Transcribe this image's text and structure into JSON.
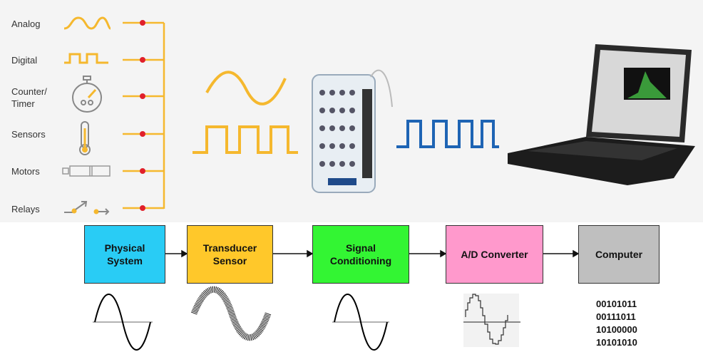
{
  "signal_types": [
    "Analog",
    "Digital",
    "Counter/ Timer",
    "Sensors",
    "Motors",
    "Relays"
  ],
  "pipeline": [
    {
      "label": "Physical System",
      "color": "#29ccf5"
    },
    {
      "label": "Transducer Sensor",
      "color": "#ffc82a"
    },
    {
      "label": "Signal Conditioning",
      "color": "#33f533"
    },
    {
      "label": "A/D Converter",
      "color": "#ff99cc"
    },
    {
      "label": "Computer",
      "color": "#bfbfbf"
    }
  ],
  "binary": [
    "00101011",
    "00111011",
    "10100000",
    "10101010"
  ],
  "colors": {
    "accent": "#f5b82e",
    "dot": "#e0202a",
    "digital": "#1e64b4"
  }
}
